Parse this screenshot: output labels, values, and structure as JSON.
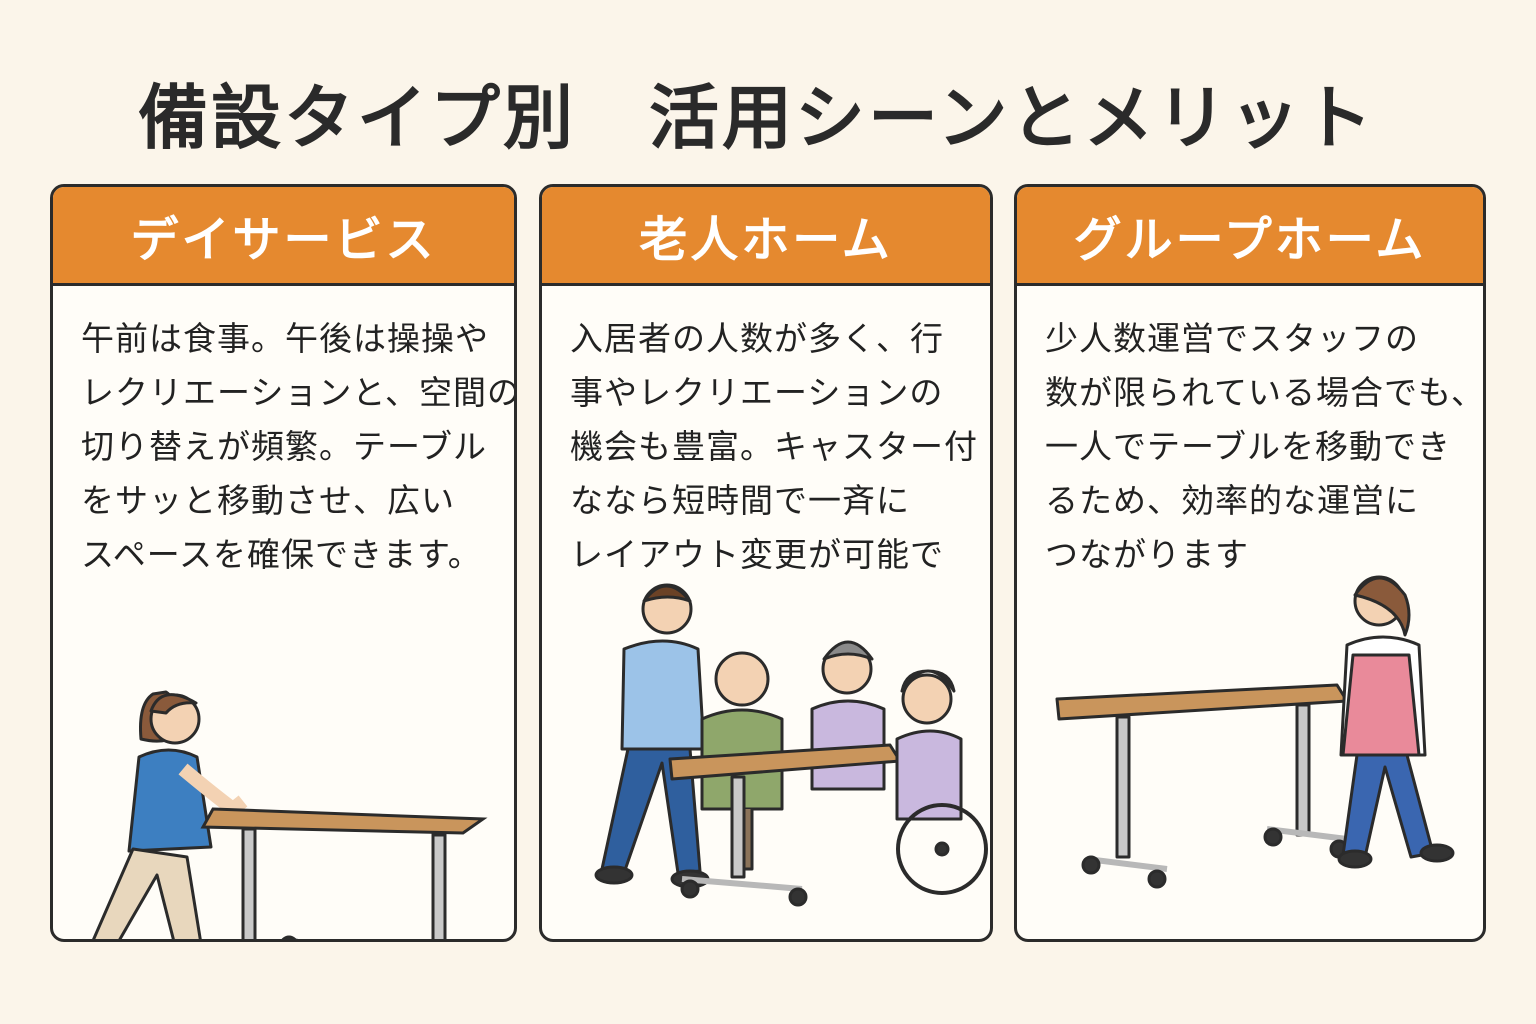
{
  "title": "備設タイプ別　活用シーンとメリット",
  "colors": {
    "accent": "#e5892f",
    "background": "#fbf5ea",
    "card": "#fffdf8",
    "outline": "#2b2b2b"
  },
  "cards": [
    {
      "heading": "デイサービス",
      "lines": [
        "午前は食事。午後は操操や",
        "レクリエーションと、空間の",
        "切り替えが頻繁。テーブル",
        "をサッと移動させ、広い",
        "スペースを確保できます。"
      ],
      "illustration": "staff-moving-table"
    },
    {
      "heading": "老人ホーム",
      "lines": [
        "入居者の人数が多く、行",
        "事やレクリエーションの",
        "機会も豊富。キャスター付",
        "ななら短時間で一斉に",
        "レイアウト変更が可能で"
      ],
      "illustration": "residents-around-table"
    },
    {
      "heading": "グループホーム",
      "lines": [
        "少人数運営でスタッフの",
        "数が限られている場合でも、",
        "一人でテーブルを移動でき",
        "るため、効率的な運営に",
        "つながります"
      ],
      "illustration": "caregiver-moving-table"
    }
  ]
}
